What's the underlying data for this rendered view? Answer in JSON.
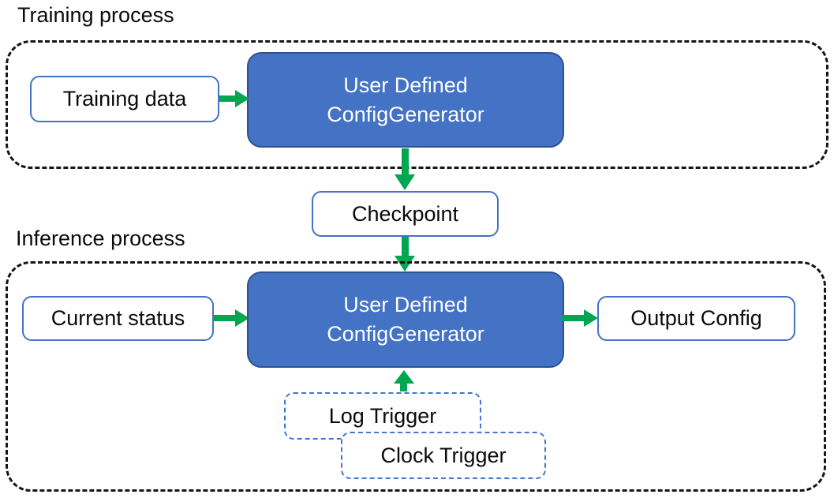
{
  "diagram": {
    "training": {
      "section_label": "Training process",
      "input_label": "Training data",
      "generator_label_line1": "User Defined",
      "generator_label_line2": "ConfigGenerator"
    },
    "checkpoint_label": "Checkpoint",
    "inference": {
      "section_label": "Inference process",
      "input_label": "Current status",
      "generator_label_line1": "User Defined",
      "generator_label_line2": "ConfigGenerator",
      "output_label": "Output Config",
      "triggers": {
        "log": "Log Trigger",
        "clock": "Clock Trigger"
      }
    },
    "colors": {
      "generator_fill": "#4472C4",
      "generator_border": "#2F528F",
      "label_box_border": "#4472C4",
      "trigger_dashed_border": "#4575D1",
      "arrow_green": "#00A650",
      "container_dash": "#161616",
      "text_dark": "#0A0A0A",
      "text_light": "#FFFFFF"
    }
  }
}
